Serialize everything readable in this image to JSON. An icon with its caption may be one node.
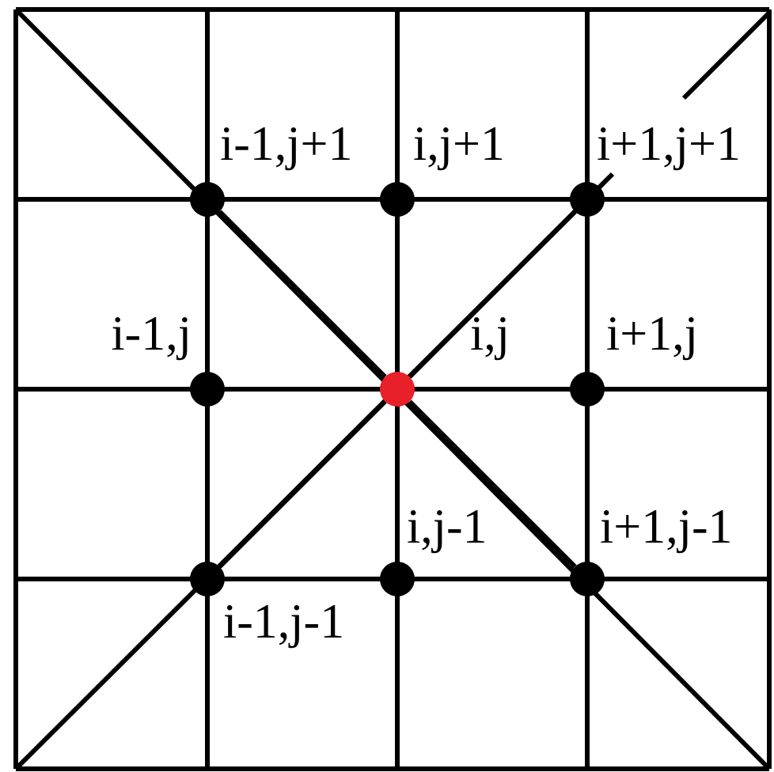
{
  "diagram": {
    "nodes": [
      {
        "text": [
          "i-1,j+1"
        ]
      },
      {
        "text": [
          "i,j+1"
        ]
      },
      {
        "text": [
          "i+1,j+1"
        ]
      },
      {
        "text": [
          "i-1,j"
        ]
      },
      {
        "text": [
          "i,j"
        ]
      },
      {
        "text": [
          "i+1,j"
        ]
      },
      {
        "text": [
          "i,j-1"
        ]
      },
      {
        "text": [
          "i+1,j-1"
        ]
      },
      {
        "text": [
          "i-1,j-1"
        ]
      }
    ],
    "edges": [
      {
        "from": 0,
        "to": 1,
        "arrow": "none"
      },
      {
        "from": 1,
        "to": 2,
        "arrow": "none"
      },
      {
        "from": 3,
        "to": 4,
        "arrow": "none"
      },
      {
        "from": 4,
        "to": 5,
        "arrow": "none"
      },
      {
        "from": 8,
        "to": 6,
        "arrow": "none"
      },
      {
        "from": 6,
        "to": 7,
        "arrow": "none"
      },
      {
        "from": 0,
        "to": 3,
        "arrow": "none"
      },
      {
        "from": 3,
        "to": 8,
        "arrow": "none"
      },
      {
        "from": 1,
        "to": 4,
        "arrow": "none"
      },
      {
        "from": 4,
        "to": 6,
        "arrow": "none"
      },
      {
        "from": 2,
        "to": 5,
        "arrow": "none"
      },
      {
        "from": 5,
        "to": 7,
        "arrow": "none"
      },
      {
        "from": 4,
        "to": 0,
        "arrow": "none"
      },
      {
        "from": 4,
        "to": 2,
        "arrow": "none"
      },
      {
        "from": 4,
        "to": 8,
        "arrow": "none"
      },
      {
        "from": 4,
        "to": 7,
        "arrow": "none"
      }
    ]
  }
}
